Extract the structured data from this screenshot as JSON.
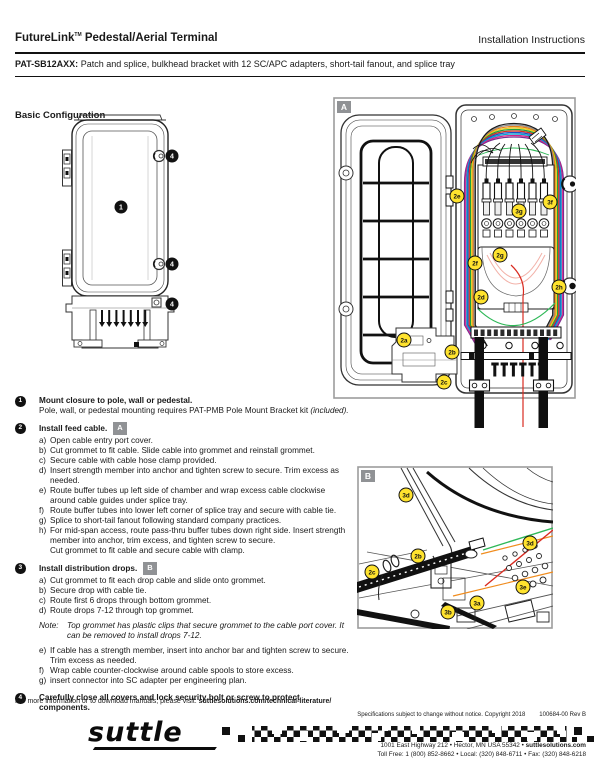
{
  "header": {
    "title": "FutureLink",
    "title_tm": "TM",
    "title_rest": " Pedestal/Aerial Terminal",
    "right": "Installation Instructions",
    "product_code": "PAT-SB12AXX:",
    "product_desc": " Patch and splice, bulkhead bracket with 12 SC/APC adapters, short-tail fanout, and splice tray"
  },
  "section": {
    "title": "Basic Configuration"
  },
  "diagrams": {
    "left": {
      "markers": [
        {
          "label": "4"
        },
        {
          "label": "1"
        },
        {
          "label": "4"
        },
        {
          "label": "4"
        }
      ]
    },
    "panel_a": {
      "label": "A",
      "callouts": [
        {
          "label": "2e"
        },
        {
          "label": "3f"
        },
        {
          "label": "3g"
        },
        {
          "label": "2g"
        },
        {
          "label": "2f"
        },
        {
          "label": "2h"
        },
        {
          "label": "2d"
        },
        {
          "label": "2a"
        },
        {
          "label": "2b"
        },
        {
          "label": "2c"
        }
      ]
    },
    "panel_b": {
      "label": "B",
      "callouts": [
        {
          "label": "3d"
        },
        {
          "label": "3d"
        },
        {
          "label": "2b"
        },
        {
          "label": "2c"
        },
        {
          "label": "3e"
        },
        {
          "label": "3a"
        },
        {
          "label": "3b"
        }
      ]
    }
  },
  "steps": [
    {
      "num": "1",
      "title": "Mount closure to pole, wall or pedestal.",
      "body": "Pole, wall, or pedestal mounting requires PAT-PMB Pole Mount Bracket kit ",
      "body_italic": "(included)."
    },
    {
      "num": "2",
      "title": "Install feed cable.",
      "badge": "A",
      "items": [
        {
          "label": "a)",
          "text": "Open cable entry port cover."
        },
        {
          "label": "b)",
          "text": "Cut grommet to fit cable.  Slide cable into grommet and reinstall grommet."
        },
        {
          "label": "c)",
          "text": "Secure cable with cable hose clamp provided."
        },
        {
          "label": "d)",
          "text": "Insert strength member into anchor and tighten screw to secure.  Trim excess as needed."
        },
        {
          "label": "e)",
          "text": "Route buffer tubes up left side of chamber and wrap excess cable clockwise around cable guides under splice tray."
        },
        {
          "label": "f)",
          "text": "Route buffer tubes into lower left corner of splice tray and secure with cable tie."
        },
        {
          "label": "g)",
          "text": "Splice to short-tail fanout following standard company practices."
        },
        {
          "label": "h)",
          "text": "For mid-span access, route pass-thru buffer tubes down right side. Insert strength member into anchor, trim excess, and tighten screw to secure."
        },
        {
          "label": "",
          "text": "Cut grommet to fit cable and secure cable with clamp."
        }
      ]
    },
    {
      "num": "3",
      "title": "Install distribution drops.",
      "badge": "B",
      "items": [
        {
          "label": "a)",
          "text": "Cut grommet to fit each drop cable and slide onto grommet."
        },
        {
          "label": "b)",
          "text": "Secure drop with cable tie."
        },
        {
          "label": "c)",
          "text": "Route first 6 drops through bottom grommet."
        },
        {
          "label": "d)",
          "text": "Route drops 7-12 through top grommet."
        }
      ],
      "note_label": "Note:",
      "note_text": "Top grommet has plastic clips that secure grommet to the cable port cover. It can be removed to install drops 7-12.",
      "items2": [
        {
          "label": "e)",
          "text": "If cable has a strength member, insert into anchor bar and tighten screw to secure. Trim excess as needed."
        },
        {
          "label": "f)",
          "text": "Wrap cable counter-clockwise around cable spools to store excess."
        },
        {
          "label": "g)",
          "text": "insert connector into SC adapter per engineering plan."
        }
      ]
    },
    {
      "num": "4",
      "title": "Carefully close all covers and lock security bolt or screw to protect components."
    }
  ],
  "footer": {
    "info_prefix": "For more information or to download manuals, please visit: ",
    "info_link": "suttlesolutions.com/technical-literature/",
    "spec_line": "Specifications subject to change without notice. Copyright 2018",
    "doc_number": "100684-00  Rev B",
    "logo_text": "suttle",
    "address_line": "1001 East Highway 212 • Hector, MN  USA 55342 • ",
    "address_site": "suttlesolutions.com",
    "phone_line": "Toll Free: 1 (800) 852-8662 • Local: (320) 848-6711 • Fax: (320) 848-6218"
  },
  "colors": {
    "callout_yellow": "#ffe32e",
    "marker_black": "#111111",
    "badge_gray": "#909295",
    "fiber_red": "#d92b21",
    "fiber_green": "#2eb857",
    "fiber_orange": "#f08c1e",
    "panel_border_gray": "#9c9c9c"
  }
}
